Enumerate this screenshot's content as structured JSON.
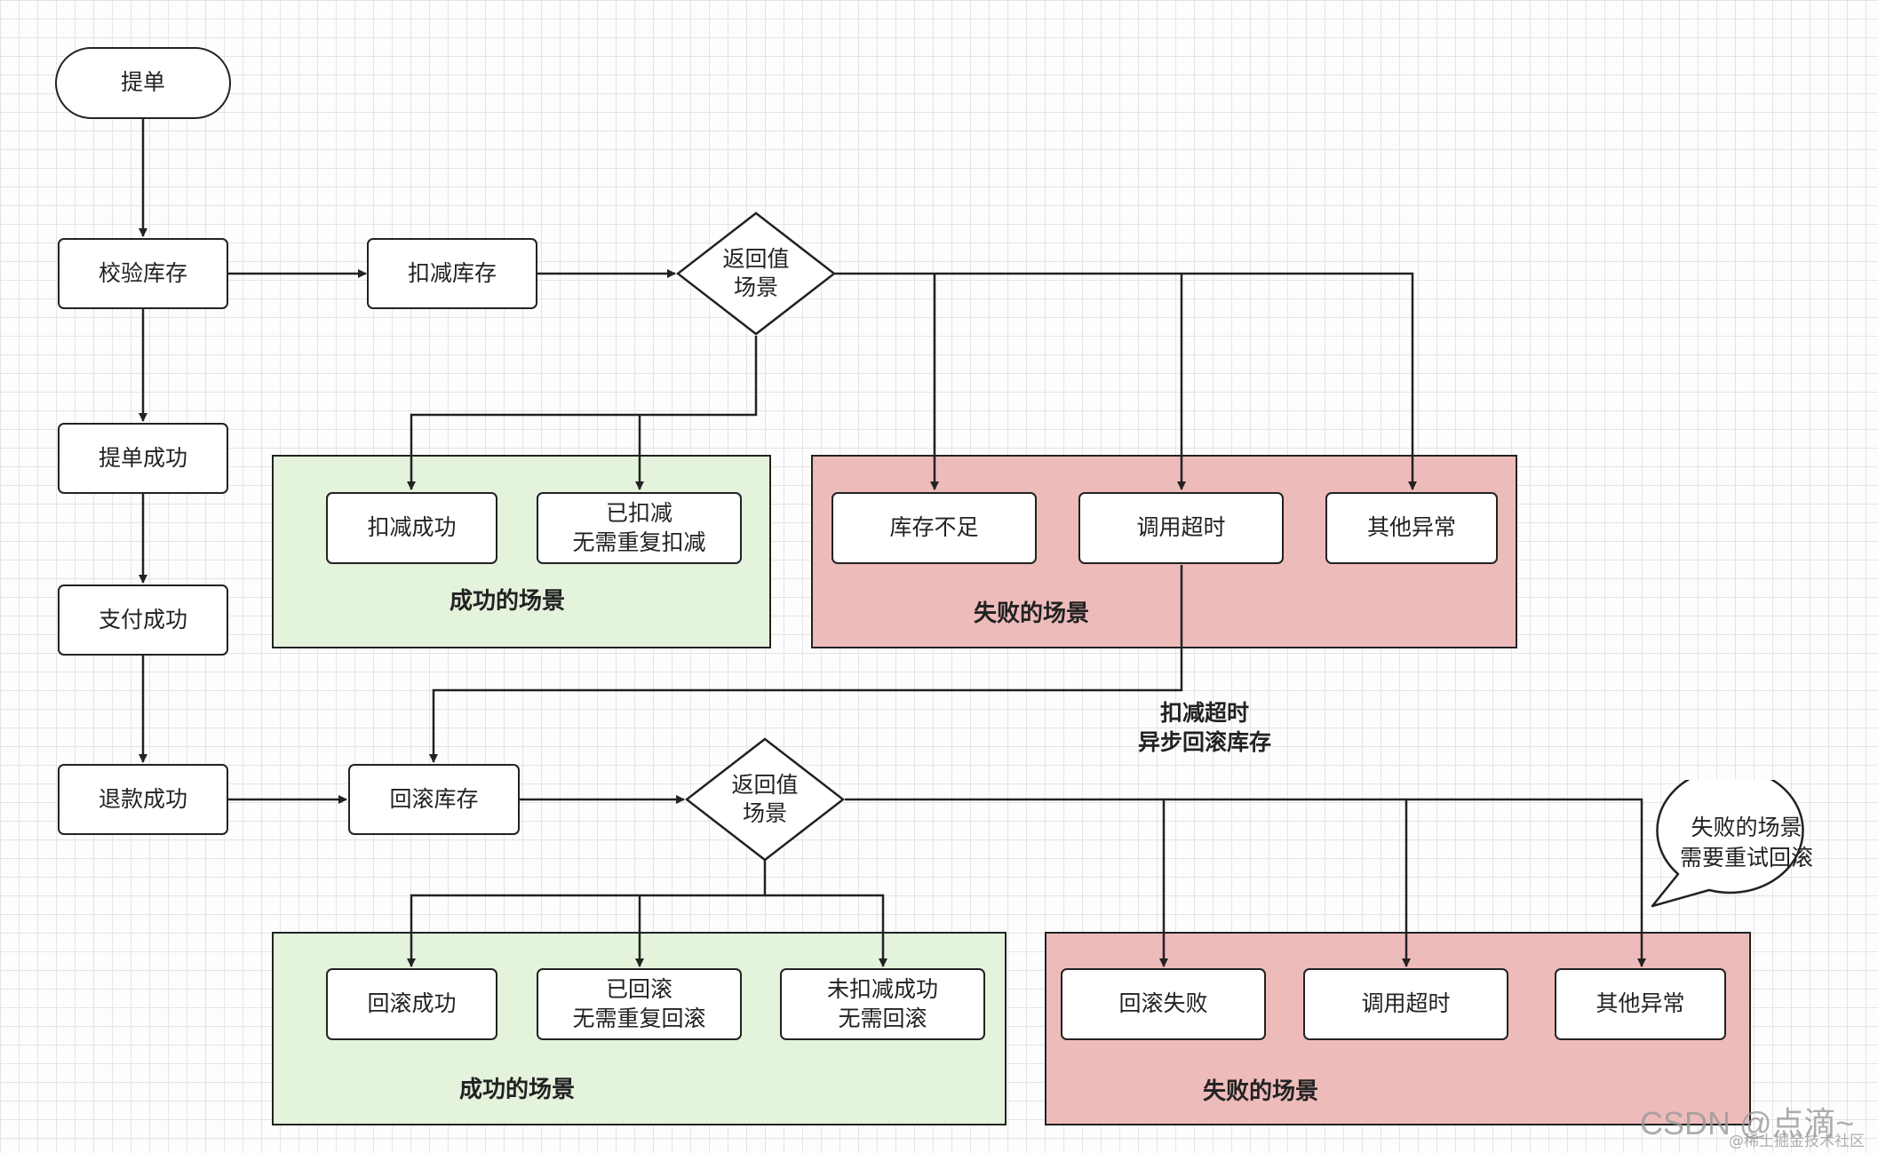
{
  "nodes": {
    "order": "提单",
    "check_stock": "校验库存",
    "deduct_stock": "扣减库存",
    "order_success": "提单成功",
    "pay_success": "支付成功",
    "refund_success": "退款成功",
    "rollback_stock": "回滚库存",
    "return_scene_1": [
      "返回值",
      "场景"
    ],
    "return_scene_2": [
      "返回值",
      "场景"
    ]
  },
  "deduct_results": {
    "success_group_label": "成功的场景",
    "fail_group_label": "失败的场景",
    "success": [
      "扣减成功",
      [
        "已扣减",
        "无需重复扣减"
      ]
    ],
    "fail": [
      "库存不足",
      "调用超时",
      "其他异常"
    ]
  },
  "rollback_results": {
    "success_group_label": "成功的场景",
    "fail_group_label": "失败的场景",
    "success": [
      "回滚成功",
      [
        "已回滚",
        "无需重复回滚"
      ],
      [
        "未扣减成功",
        "无需回滚"
      ]
    ],
    "fail": [
      "回滚失败",
      "调用超时",
      "其他异常"
    ]
  },
  "edge_labels": {
    "timeout_async_rollback": [
      "扣减超时",
      "异步回滚库存"
    ]
  },
  "callout": [
    "失败的场景",
    "需要重试回滚"
  ],
  "watermark": {
    "main": "CSDN @点滴~",
    "sub": "@稀土掘金技术社区"
  },
  "colors": {
    "success_fill": "#e4f3dc",
    "fail_fill": "#eebbbb",
    "stroke": "#222222"
  }
}
